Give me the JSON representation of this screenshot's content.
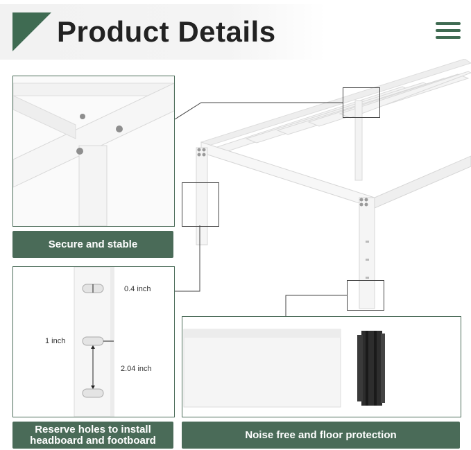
{
  "header": {
    "title": "Product Details",
    "menu_icon": "hamburger-menu-icon",
    "accent_color": "#3f6b52"
  },
  "features": {
    "secure": {
      "label": "Secure and stable"
    },
    "holes": {
      "label_line1": "Reserve holes to install",
      "label_line2": "headboard and footboard",
      "measure_slot": "0.4 inch",
      "measure_gap": "1 inch",
      "measure_spacing": "2.04 inch"
    },
    "noise": {
      "label": "Noise free and floor protection"
    }
  },
  "colors": {
    "label_background": "#4a6b58",
    "frame_white": "#f6f6f6"
  }
}
